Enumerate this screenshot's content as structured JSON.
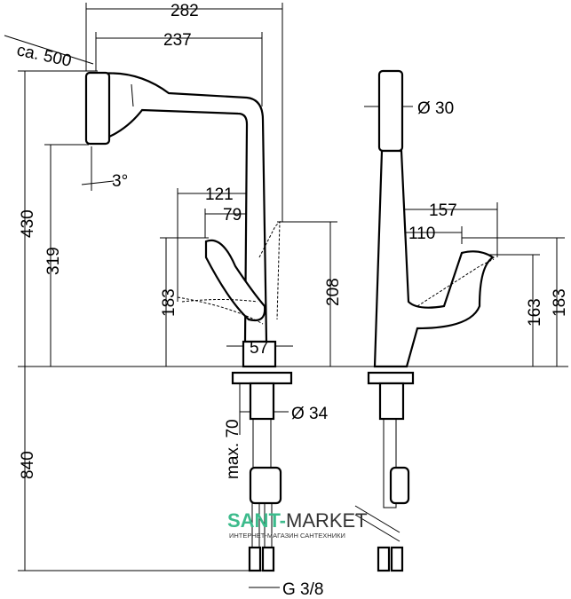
{
  "dimensions": {
    "front": {
      "total_reach": "282",
      "spout_reach": "237",
      "pullout_length": "ca. 500",
      "total_height": "430",
      "spout_height": "319",
      "spout_angle": "3°",
      "lever_reach": "121",
      "lever_offset": "79",
      "lever_height": "183",
      "lever_swing_height": "208",
      "base_diameter": "57",
      "shank_diameter": "Ø 34",
      "max_counter_thickness": "max. 70",
      "hose_length": "840",
      "connection_thread": "G 3/8"
    },
    "side": {
      "spout_diameter": "Ø 30",
      "lever_reach_open": "157",
      "lever_reach_closed": "110",
      "lever_height_closed": "163",
      "lever_height_open": "183"
    }
  },
  "watermark": {
    "brand_green": "SANT-",
    "brand_dark": "MARKET",
    "tagline": "ИНТЕРНЕТ-МАГАЗИН САНТЕХНИКИ"
  }
}
